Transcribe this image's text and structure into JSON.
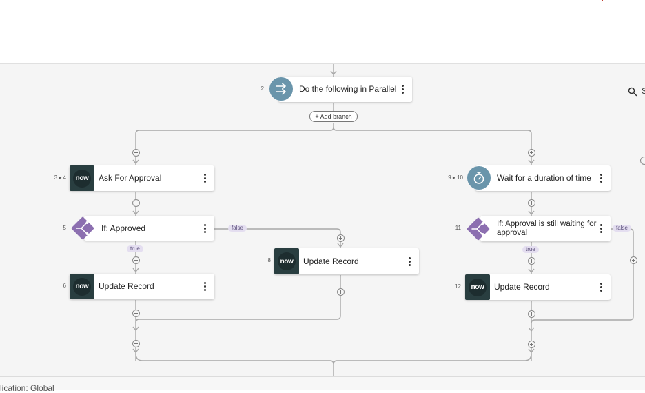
{
  "footer": {
    "application_text": "lication: Global"
  },
  "search": {
    "partial_text": "S"
  },
  "add_branch_label": "+ Add branch",
  "branch_labels": {
    "true_label": "true",
    "false_label": "false"
  },
  "steps": [
    {
      "num": "2",
      "label": "Do the following in Parallel",
      "icon": "parallel-arrows-icon"
    },
    {
      "num": "3 ▸ 4",
      "label": "Ask For Approval",
      "icon": "now-logo"
    },
    {
      "num": "5",
      "label": "If: Approved",
      "icon": "if-condition-icon"
    },
    {
      "num": "6",
      "label": "Update Record",
      "icon": "now-logo"
    },
    {
      "num": "8",
      "label": "Update Record",
      "icon": "now-logo"
    },
    {
      "num": "9 ▸ 10",
      "label": "Wait for a duration of time",
      "icon": "timer-icon"
    },
    {
      "num": "11",
      "label": "If: Approval is still waiting for approval",
      "icon": "if-condition-icon"
    },
    {
      "num": "12",
      "label": "Update Record",
      "icon": "now-logo"
    }
  ],
  "logo_text": "now",
  "colors": {
    "canvas_bg": "#f5f5f5",
    "now_logo_bg": "#293e40",
    "flow_icon_blue": "#6a95ab",
    "condition_purple": "#8c6fb0",
    "connector": "#a8a8a8",
    "pill_bg": "#e4def0"
  }
}
